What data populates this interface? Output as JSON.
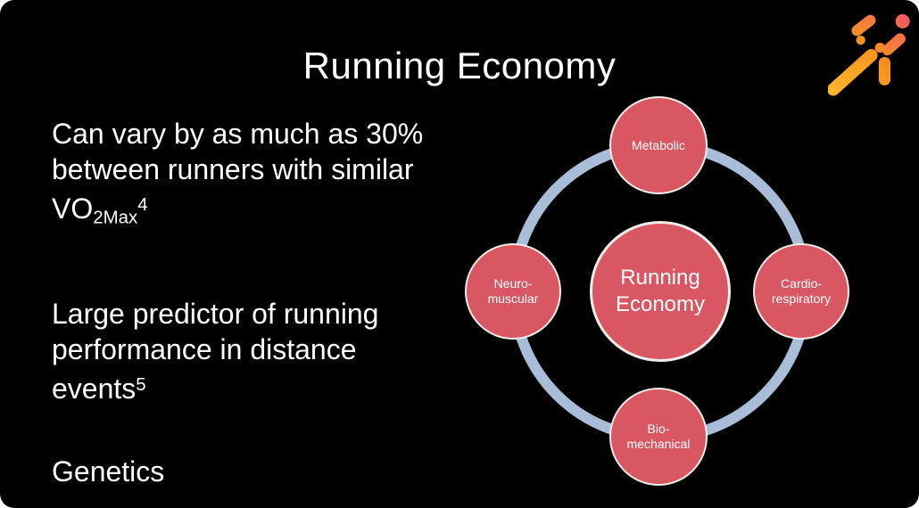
{
  "slide": {
    "title": "Running Economy"
  },
  "body": {
    "point1": {
      "lines": [
        "Can vary by as much as 30%",
        "between runners with similar"
      ],
      "formula": {
        "base": "VO",
        "sub": "2Max",
        "sup": "4"
      }
    },
    "point2": {
      "lines": [
        "Large predictor of running",
        "performance in distance"
      ],
      "tail": {
        "base": "events",
        "sup": "5"
      }
    },
    "point3": "Genetics"
  },
  "diagram": {
    "center": {
      "lines": [
        "Running",
        "Economy"
      ]
    },
    "top": {
      "lines": [
        "Metabolic"
      ]
    },
    "right": {
      "lines": [
        "Cardio-",
        "respiratory"
      ]
    },
    "bottom": {
      "lines": [
        "Bio-",
        "mechanical"
      ]
    },
    "left": {
      "lines": [
        "Neuro-",
        "muscular"
      ]
    }
  },
  "logo": {
    "name": "runner-logo"
  },
  "colors": {
    "slide_bg": "#000000",
    "text": "#FFFFFF",
    "accent_red": "#D85763",
    "node_border": "#F0ECE9",
    "ring": "#A9BDD9",
    "logo_orange": "#FFBE2C",
    "logo_mid": "#F7941E",
    "logo_coral": "#F2556A"
  }
}
